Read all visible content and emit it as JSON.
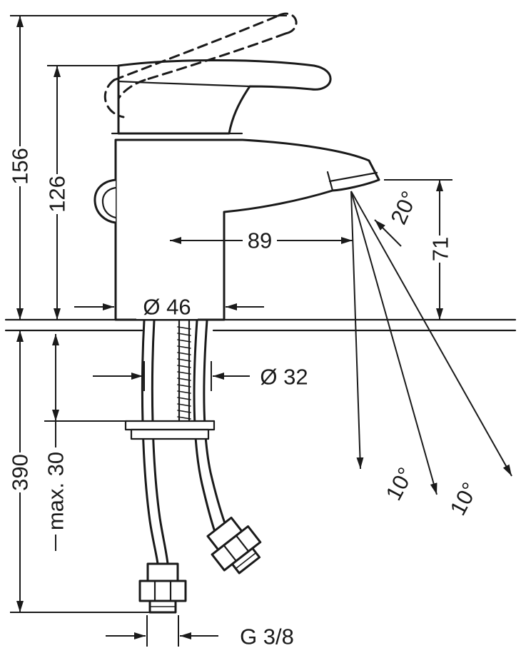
{
  "diagram": {
    "type": "technical-dimension-drawing",
    "units": "mm",
    "dims": {
      "total_height": "156",
      "height_to_handle": "126",
      "spout_reach": "89",
      "base_diameter": "Ø 46",
      "hole_diameter": "Ø 32",
      "outlet_height": "71",
      "spray_angle": "20°",
      "cone_angle_1": "10°",
      "cone_angle_2": "10°",
      "hose_length": "390",
      "max_deck_thickness": "max. 30",
      "connection_thread": "G 3/8"
    },
    "colors": {
      "ink": "#1a1a1a",
      "paper": "#ffffff"
    }
  }
}
